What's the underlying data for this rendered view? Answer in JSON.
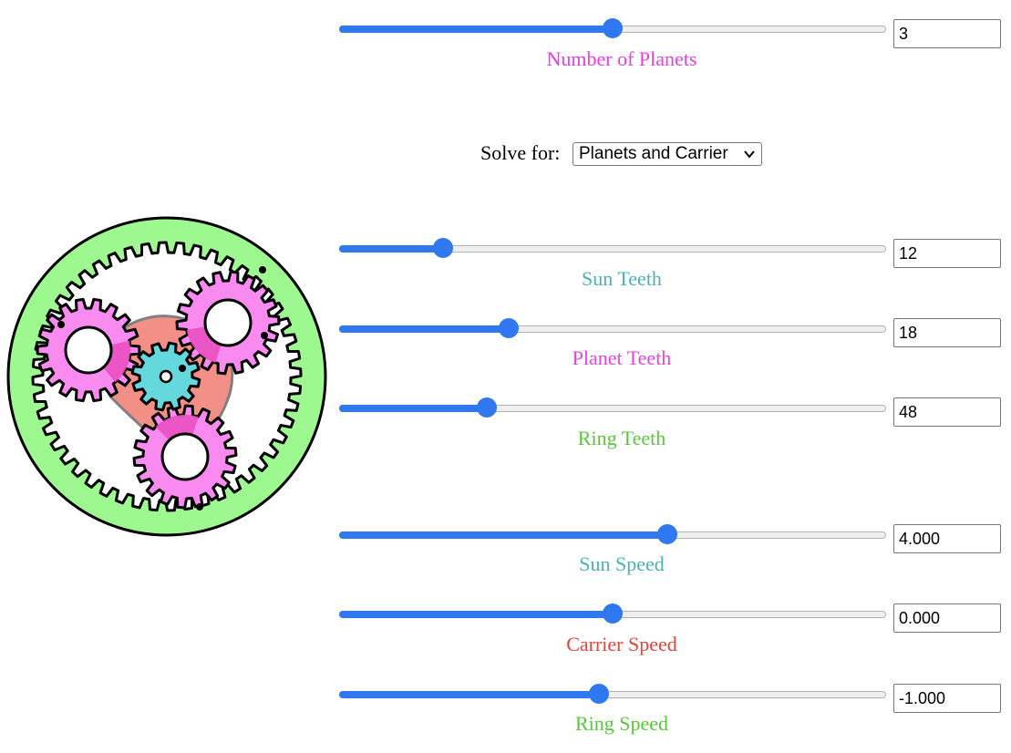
{
  "colors": {
    "pink": "#e642e0",
    "teal": "#4bb2b3",
    "green": "#58c83a",
    "red": "#e0443b",
    "ring_fill": "#9ef890",
    "planet_fill": "#f88af0",
    "planet_mark": "#e94fc0",
    "sun_fill": "#64d8dc",
    "carrier_fill": "#f28a80",
    "slider_blue": "#2f78ef"
  },
  "planets": {
    "value": "3",
    "label": "Number of Planets",
    "level": 0.5
  },
  "solve": {
    "label": "Solve for:",
    "selected": "Planets and Carrier"
  },
  "teeth": {
    "sun": {
      "value": "12",
      "label": "Sun Teeth",
      "level": 0.19
    },
    "planet": {
      "value": "18",
      "label": "Planet Teeth",
      "level": 0.31
    },
    "ring": {
      "value": "48",
      "label": "Ring Teeth",
      "level": 0.27
    }
  },
  "speeds": {
    "sun": {
      "value": "4.000",
      "label": "Sun Speed",
      "level": 0.6
    },
    "carrier": {
      "value": "0.000",
      "label": "Carrier Speed",
      "level": 0.5
    },
    "ring": {
      "value": "-1.000",
      "label": "Ring Speed",
      "level": 0.475
    }
  },
  "diagram": {
    "sun_teeth": 12,
    "planet_teeth": 18,
    "ring_teeth": 48,
    "planet_count": 3
  }
}
